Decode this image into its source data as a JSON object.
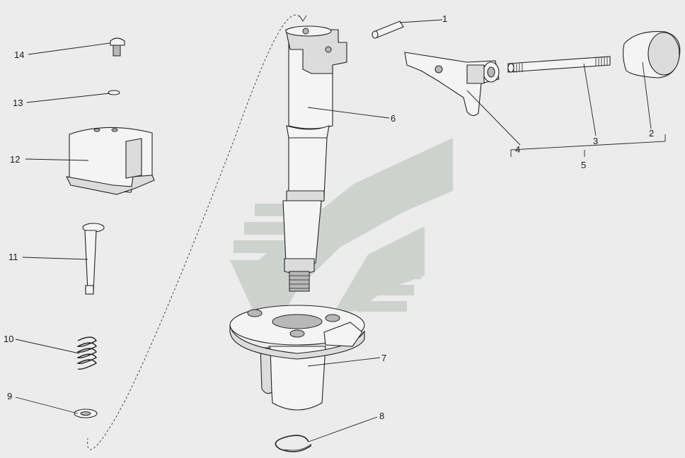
{
  "labels": {
    "p1": "1",
    "p2": "2",
    "p3": "3",
    "p4": "4",
    "p5": "5",
    "p6": "6",
    "p7": "7",
    "p8": "8",
    "p9": "9",
    "p10": "10",
    "p11": "11",
    "p12": "12",
    "p13": "13",
    "p14": "14"
  },
  "watermark": {
    "color": "#c9cec9"
  }
}
